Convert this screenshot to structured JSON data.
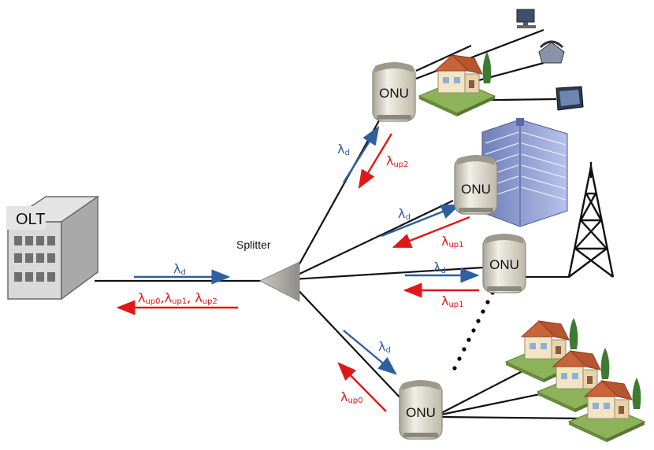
{
  "diagram": {
    "olt_label": "OLT",
    "splitter_label": "Splitter",
    "onu_labels": [
      "ONU",
      "ONU",
      "ONU",
      "ONU"
    ],
    "downstream": {
      "symbol": "λ",
      "sub": "d"
    },
    "upstream_onu2": {
      "symbol": "λ",
      "sub": "up2"
    },
    "upstream_onu1": {
      "symbol": "λ",
      "sub": "up1"
    },
    "upstream_onu1b": {
      "symbol": "λ",
      "sub": "up1"
    },
    "upstream_onu0": {
      "symbol": "λ",
      "sub": "up0"
    },
    "trunk_upstream": [
      {
        "symbol": "λ",
        "sub": "up0"
      },
      {
        "symbol": "λ",
        "sub": "up1"
      },
      {
        "symbol": "λ",
        "sub": "up2"
      }
    ],
    "colors": {
      "downstream": "#2e5f9e",
      "upstream": "#e01818",
      "fiber": "#111111"
    },
    "icons": [
      "olt-building-icon",
      "splitter-icon",
      "onu-icon",
      "house-icon",
      "office-building-icon",
      "cell-tower-icon",
      "computer-icon",
      "telephone-icon",
      "tv-icon"
    ]
  }
}
